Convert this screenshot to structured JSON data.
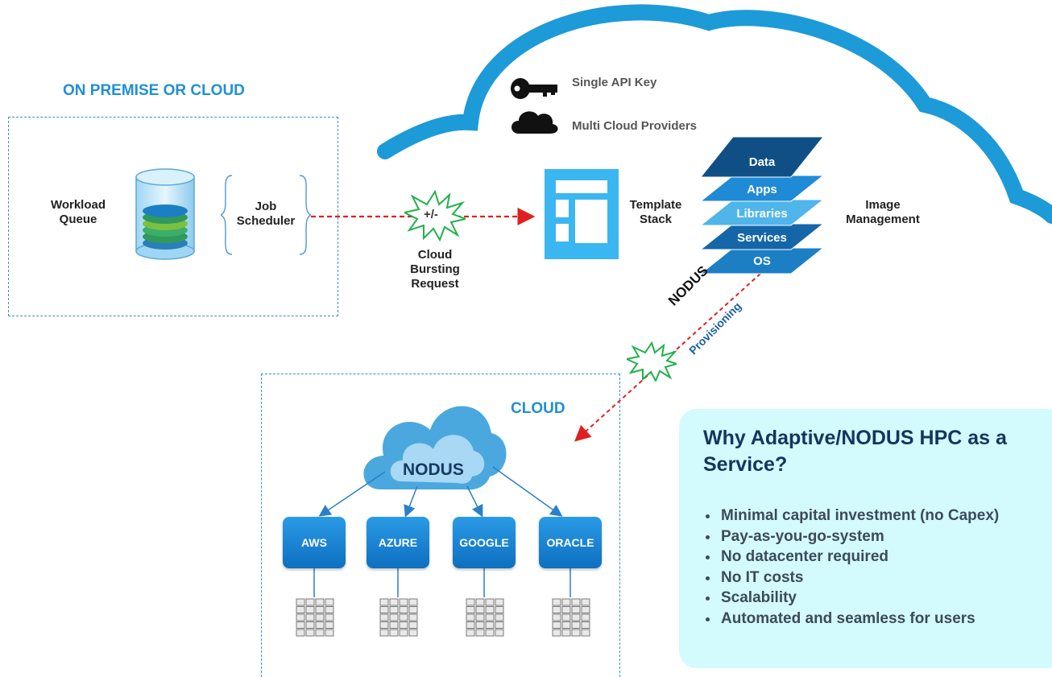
{
  "onprem": {
    "title": "ON PREMISE OR CLOUD",
    "workload_queue": "Workload Queue",
    "job_scheduler": "Job Scheduler"
  },
  "burst": {
    "symbol": "+/-",
    "label": "Cloud Bursting Request"
  },
  "cloud_top": {
    "single_api_key": "Single API Key",
    "multi_cloud": "Multi Cloud Providers",
    "template_stack": "Template Stack",
    "image_management": "Image Management",
    "layers": [
      "Data",
      "Apps",
      "Libraries",
      "Services",
      "OS"
    ],
    "nodus_label": "NODUS",
    "provisioning_label": "Provisioning"
  },
  "cloud_box": {
    "title": "CLOUD",
    "nodus": "NODUS",
    "providers": [
      "AWS",
      "AZURE",
      "GOOGLE",
      "ORACLE"
    ]
  },
  "why": {
    "title": "Why Adaptive/NODUS HPC as a Service?",
    "bullets": [
      "Minimal capital investment (no Capex)",
      "Pay-as-you-go-system",
      "No datacenter required",
      "No IT costs",
      "Scalability",
      "Automated and seamless for users"
    ]
  },
  "colors": {
    "cloud_outline": "#1d9ad8",
    "dashed_border": "#3a8fd0",
    "arrow_red": "#e02020",
    "burst_green": "#22b14c",
    "why_bg": "#d3fbfd",
    "accent_blue": "#1f8fd6"
  }
}
